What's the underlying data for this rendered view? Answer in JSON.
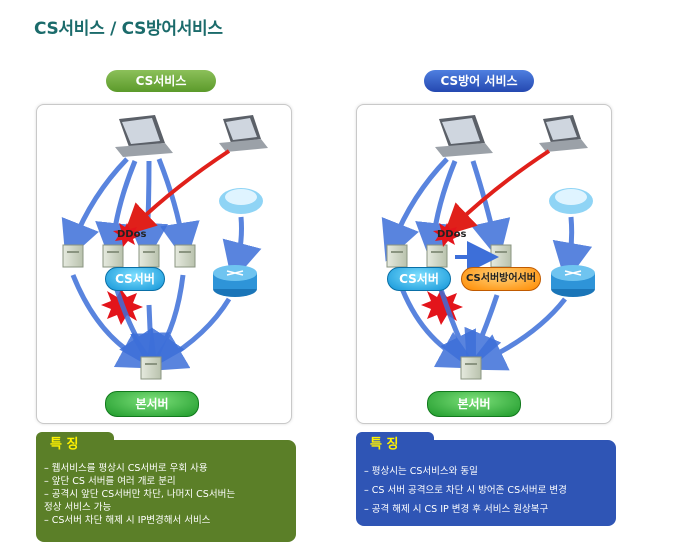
{
  "title": "CS서비스 / CS방어서비스",
  "left": {
    "pill": "CS서비스",
    "ddos": "DDos",
    "cs_server": "CS서버",
    "main_server": "본서버",
    "feature_title": "특 징",
    "features": [
      "– 웹서비스를 평상시 CS서버로 우회 사용",
      "– 앞단 CS 서버를 여러 개로 분리",
      "– 공격시 앞단 CS서버만 차단, 나머지 CS서버는",
      "   정상 서비스 가능",
      "– CS서버 차단 해제 시 IP변경해서 서비스"
    ]
  },
  "right": {
    "pill": "CS방어 서비스",
    "ddos": "DDos",
    "cs_server": "CS서버",
    "defense_server": "CS서버방어서버",
    "main_server": "본서버",
    "feature_title": "특 징",
    "features": [
      "– 평상시는 CS서비스와 동일",
      "– CS 서버 공격으로 차단 시 방어존 CS서버로 변경",
      "– 공격 해제 시 CS IP 변경 후  서비스 원상복구"
    ]
  },
  "icons": [
    "laptop-icon",
    "server-icon",
    "router-icon",
    "explosion-icon",
    "cloud-router-icon"
  ],
  "colors": {
    "green": "#5b7f28",
    "blue": "#2f55b5",
    "arrow_blue": "#3d6fd9",
    "arrow_red": "#e0201a",
    "title": "#1b6b6b"
  }
}
